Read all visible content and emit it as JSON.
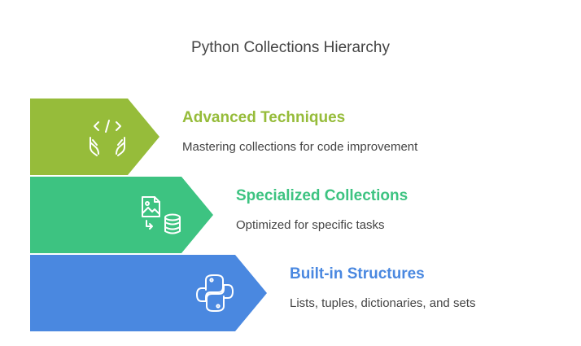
{
  "title": "Python Collections Hierarchy",
  "levels": [
    {
      "title": "Advanced Techniques",
      "description": "Mastering collections for code improvement",
      "color": "#96BC3A",
      "icon": "code-hands-icon"
    },
    {
      "title": "Specialized Collections",
      "description": "Optimized for specific tasks",
      "color": "#3DC381",
      "icon": "image-database-icon"
    },
    {
      "title": "Built-in Structures",
      "description": "Lists, tuples, dictionaries, and sets",
      "color": "#4A88E0",
      "icon": "python-logo-icon"
    }
  ]
}
